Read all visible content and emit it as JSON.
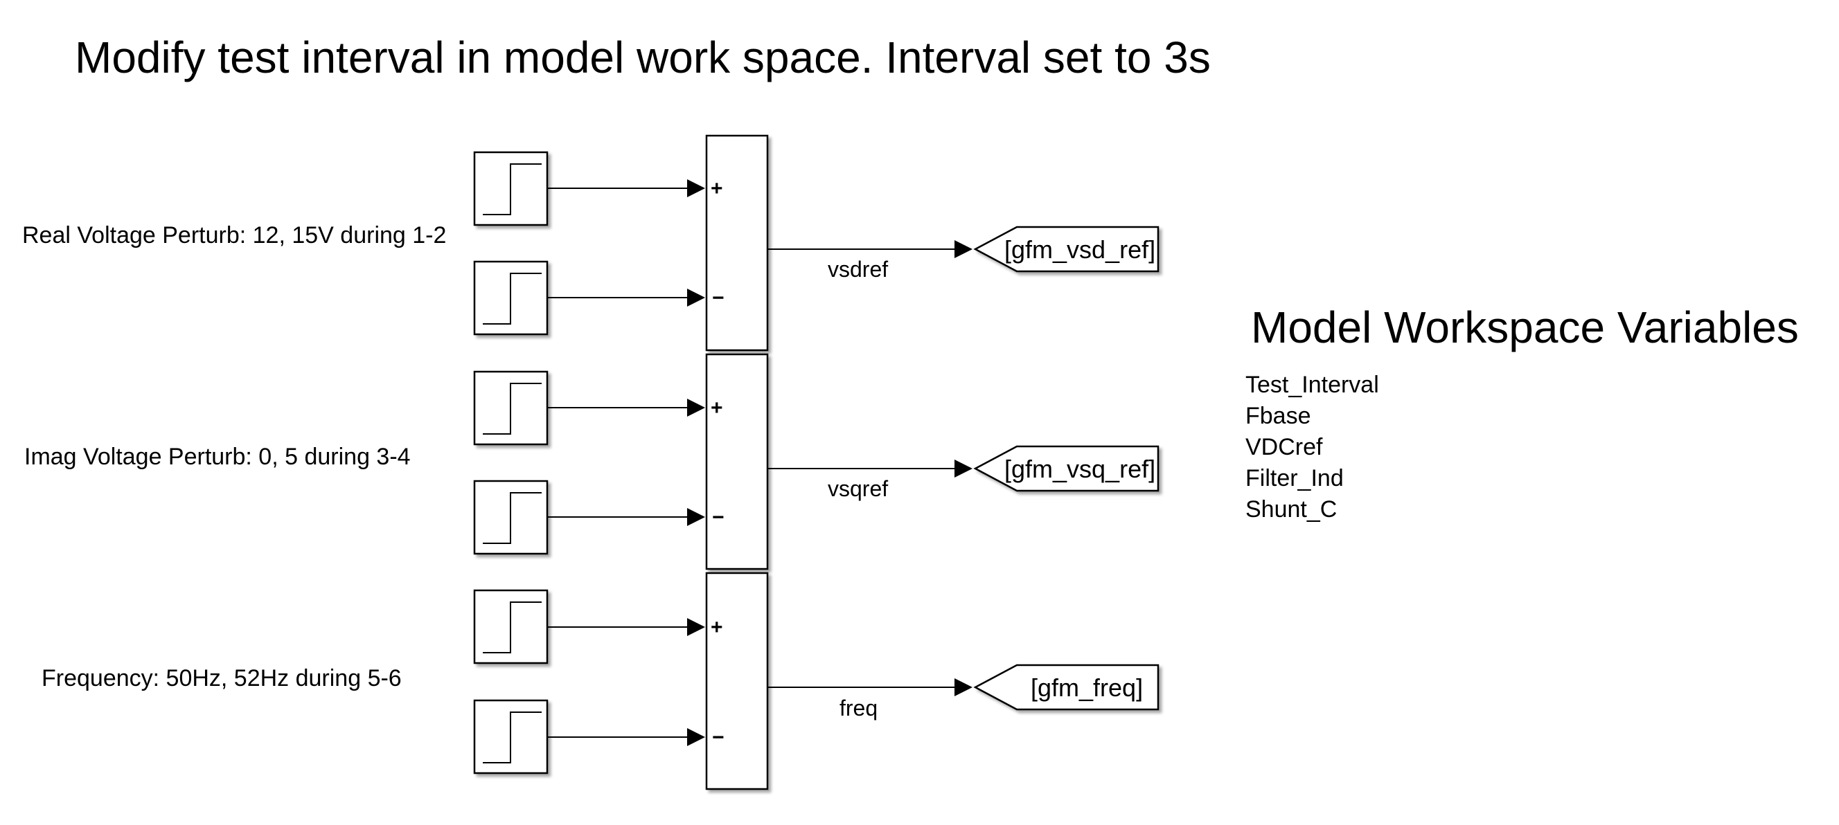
{
  "title": "Modify test interval in model work space. Interval set to 3s",
  "groups": [
    {
      "label": "Real Voltage Perturb: 12, 15V during 1-2",
      "signal": "vsdref",
      "goto": "[gfm_vsd_ref]",
      "plus": "+",
      "minus": "−"
    },
    {
      "label": "Imag Voltage Perturb: 0, 5 during 3-4",
      "signal": "vsqref",
      "goto": "[gfm_vsq_ref]",
      "plus": "+",
      "minus": "−"
    },
    {
      "label": "Frequency: 50Hz, 52Hz during 5-6",
      "signal": "freq",
      "goto": "[gfm_freq]",
      "plus": "+",
      "minus": "−"
    }
  ],
  "workspace": {
    "title": "Model Workspace Variables",
    "variables": [
      "Test_Interval",
      "Fbase",
      "VDCref",
      "Filter_Ind",
      "Shunt_C"
    ]
  }
}
